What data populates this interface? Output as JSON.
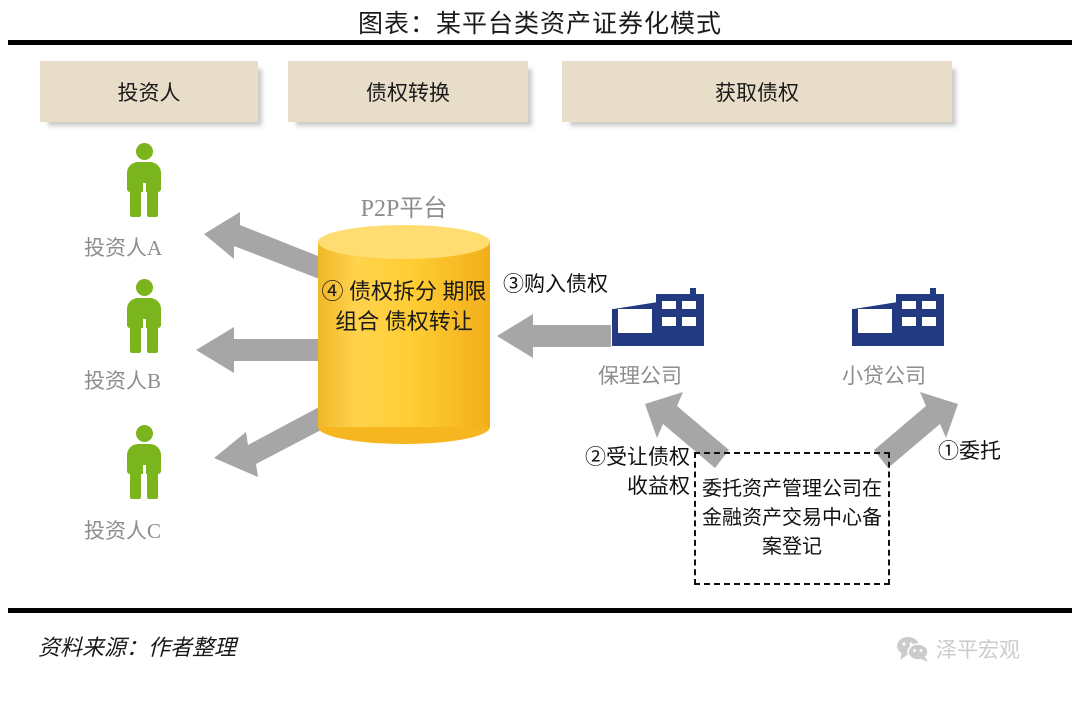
{
  "title": "图表：某平台类资产证券化模式",
  "banners": [
    {
      "label": "投资人"
    },
    {
      "label": "债权转换"
    },
    {
      "label": "获取债权"
    }
  ],
  "investors": [
    {
      "label": "投资人A"
    },
    {
      "label": "投资人B"
    },
    {
      "label": "投资人C"
    }
  ],
  "platform": {
    "label": "P2P平台",
    "body_text": "④\n债权拆分\n期限组合\n债权转让"
  },
  "companies": [
    {
      "label": "保理公司"
    },
    {
      "label": "小贷公司"
    }
  ],
  "steps": {
    "step1": "①委托",
    "step2": "②受让债权\n收益权",
    "step3": "③购入债权"
  },
  "note_box": {
    "text": "委托资产管理公司在金融资产交易中心备案登记"
  },
  "footer": {
    "source": "资料来源：作者整理",
    "watermark": "泽平宏观"
  },
  "colors": {
    "banner_bg": "#e7ddc9",
    "cylinder_body": "#ffcd33",
    "cylinder_top": "#ffdd70",
    "person_green": "#7ab51d",
    "building_navy": "#243a80",
    "arrow_gray": "#a6a6a6",
    "label_gray": "#8d8d8d",
    "rule_black": "#000000"
  }
}
